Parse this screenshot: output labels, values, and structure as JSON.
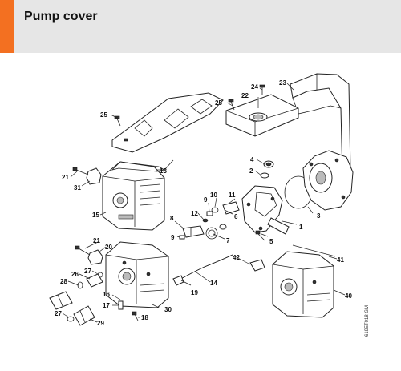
{
  "header": {
    "title": "Pump cover",
    "accent_color": "#f37021",
    "band_color": "#e6e6e6"
  },
  "diagram": {
    "drawing_code": "619ET018 GM",
    "callouts": [
      "1",
      "2",
      "3",
      "4",
      "5",
      "6",
      "7",
      "8",
      "9",
      "9",
      "10",
      "11",
      "12",
      "13",
      "14",
      "15",
      "16",
      "17",
      "18",
      "19",
      "20",
      "21",
      "21",
      "22",
      "23",
      "24",
      "25",
      "25",
      "26",
      "27",
      "27",
      "28",
      "29",
      "30",
      "31",
      "40",
      "41",
      "42"
    ]
  }
}
